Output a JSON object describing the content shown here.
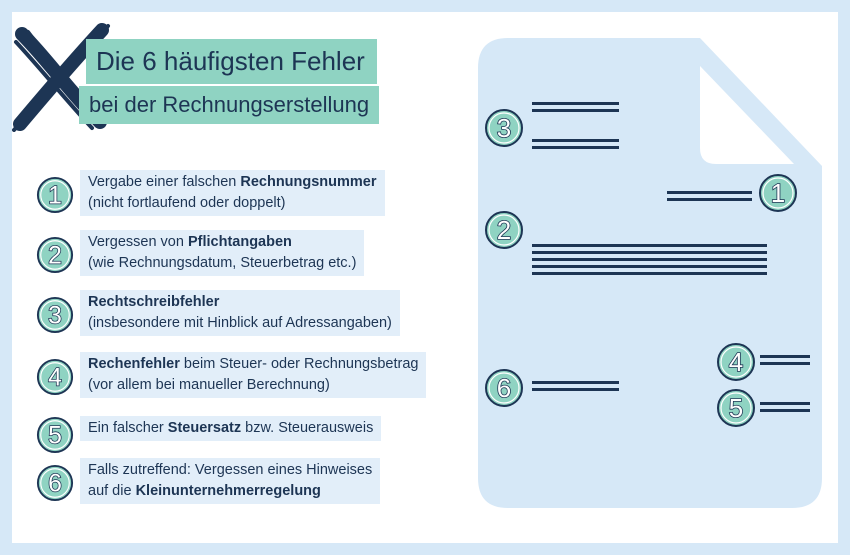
{
  "title": {
    "line1": "Die 6 häufigsten Fehler",
    "line2": "bei der Rechnungserstellung"
  },
  "items": [
    {
      "number": "1",
      "line1": [
        {
          "t": "Vergabe einer falschen "
        },
        {
          "t": "Rechnungsnummer",
          "b": true
        }
      ],
      "line2": "(nicht fortlaufend oder doppelt)"
    },
    {
      "number": "2",
      "line1": [
        {
          "t": "Vergessen von "
        },
        {
          "t": "Pflichtangaben",
          "b": true
        }
      ],
      "line2": "(wie Rechnungsdatum, Steuerbetrag etc.)"
    },
    {
      "number": "3",
      "line1": [
        {
          "t": "Rechtschreibfehler",
          "b": true
        }
      ],
      "line2": "(insbesondere mit Hinblick auf Adressangaben)"
    },
    {
      "number": "4",
      "line1": [
        {
          "t": "Rechenfehler",
          "b": true
        },
        {
          "t": " beim Steuer- oder Rechnungsbetrag"
        }
      ],
      "line2": "(vor allem bei manueller Berechnung)"
    },
    {
      "number": "5",
      "line1": [
        {
          "t": "Ein falscher "
        },
        {
          "t": "Steuersatz",
          "b": true
        },
        {
          "t": " bzw. Steuerausweis"
        }
      ],
      "line2": ""
    },
    {
      "number": "6",
      "line1": [
        {
          "t": "Falls zutreffend: Vergessen eines Hinweises"
        }
      ],
      "line2": [
        {
          "t": "auf die "
        },
        {
          "t": "Kleinunternehmerregelung",
          "b": true
        }
      ]
    }
  ],
  "document": {
    "markers": [
      "3",
      "1",
      "2",
      "6",
      "4",
      "5"
    ]
  },
  "colors": {
    "frame": "#d6e8f7",
    "accent_teal": "#8fd3c2",
    "navy": "#1d3554",
    "label_bg": "#e2eef9",
    "document": "#d6e8f7"
  },
  "icons": [
    "x-cross-icon",
    "number-badge-icon",
    "document-icon"
  ]
}
